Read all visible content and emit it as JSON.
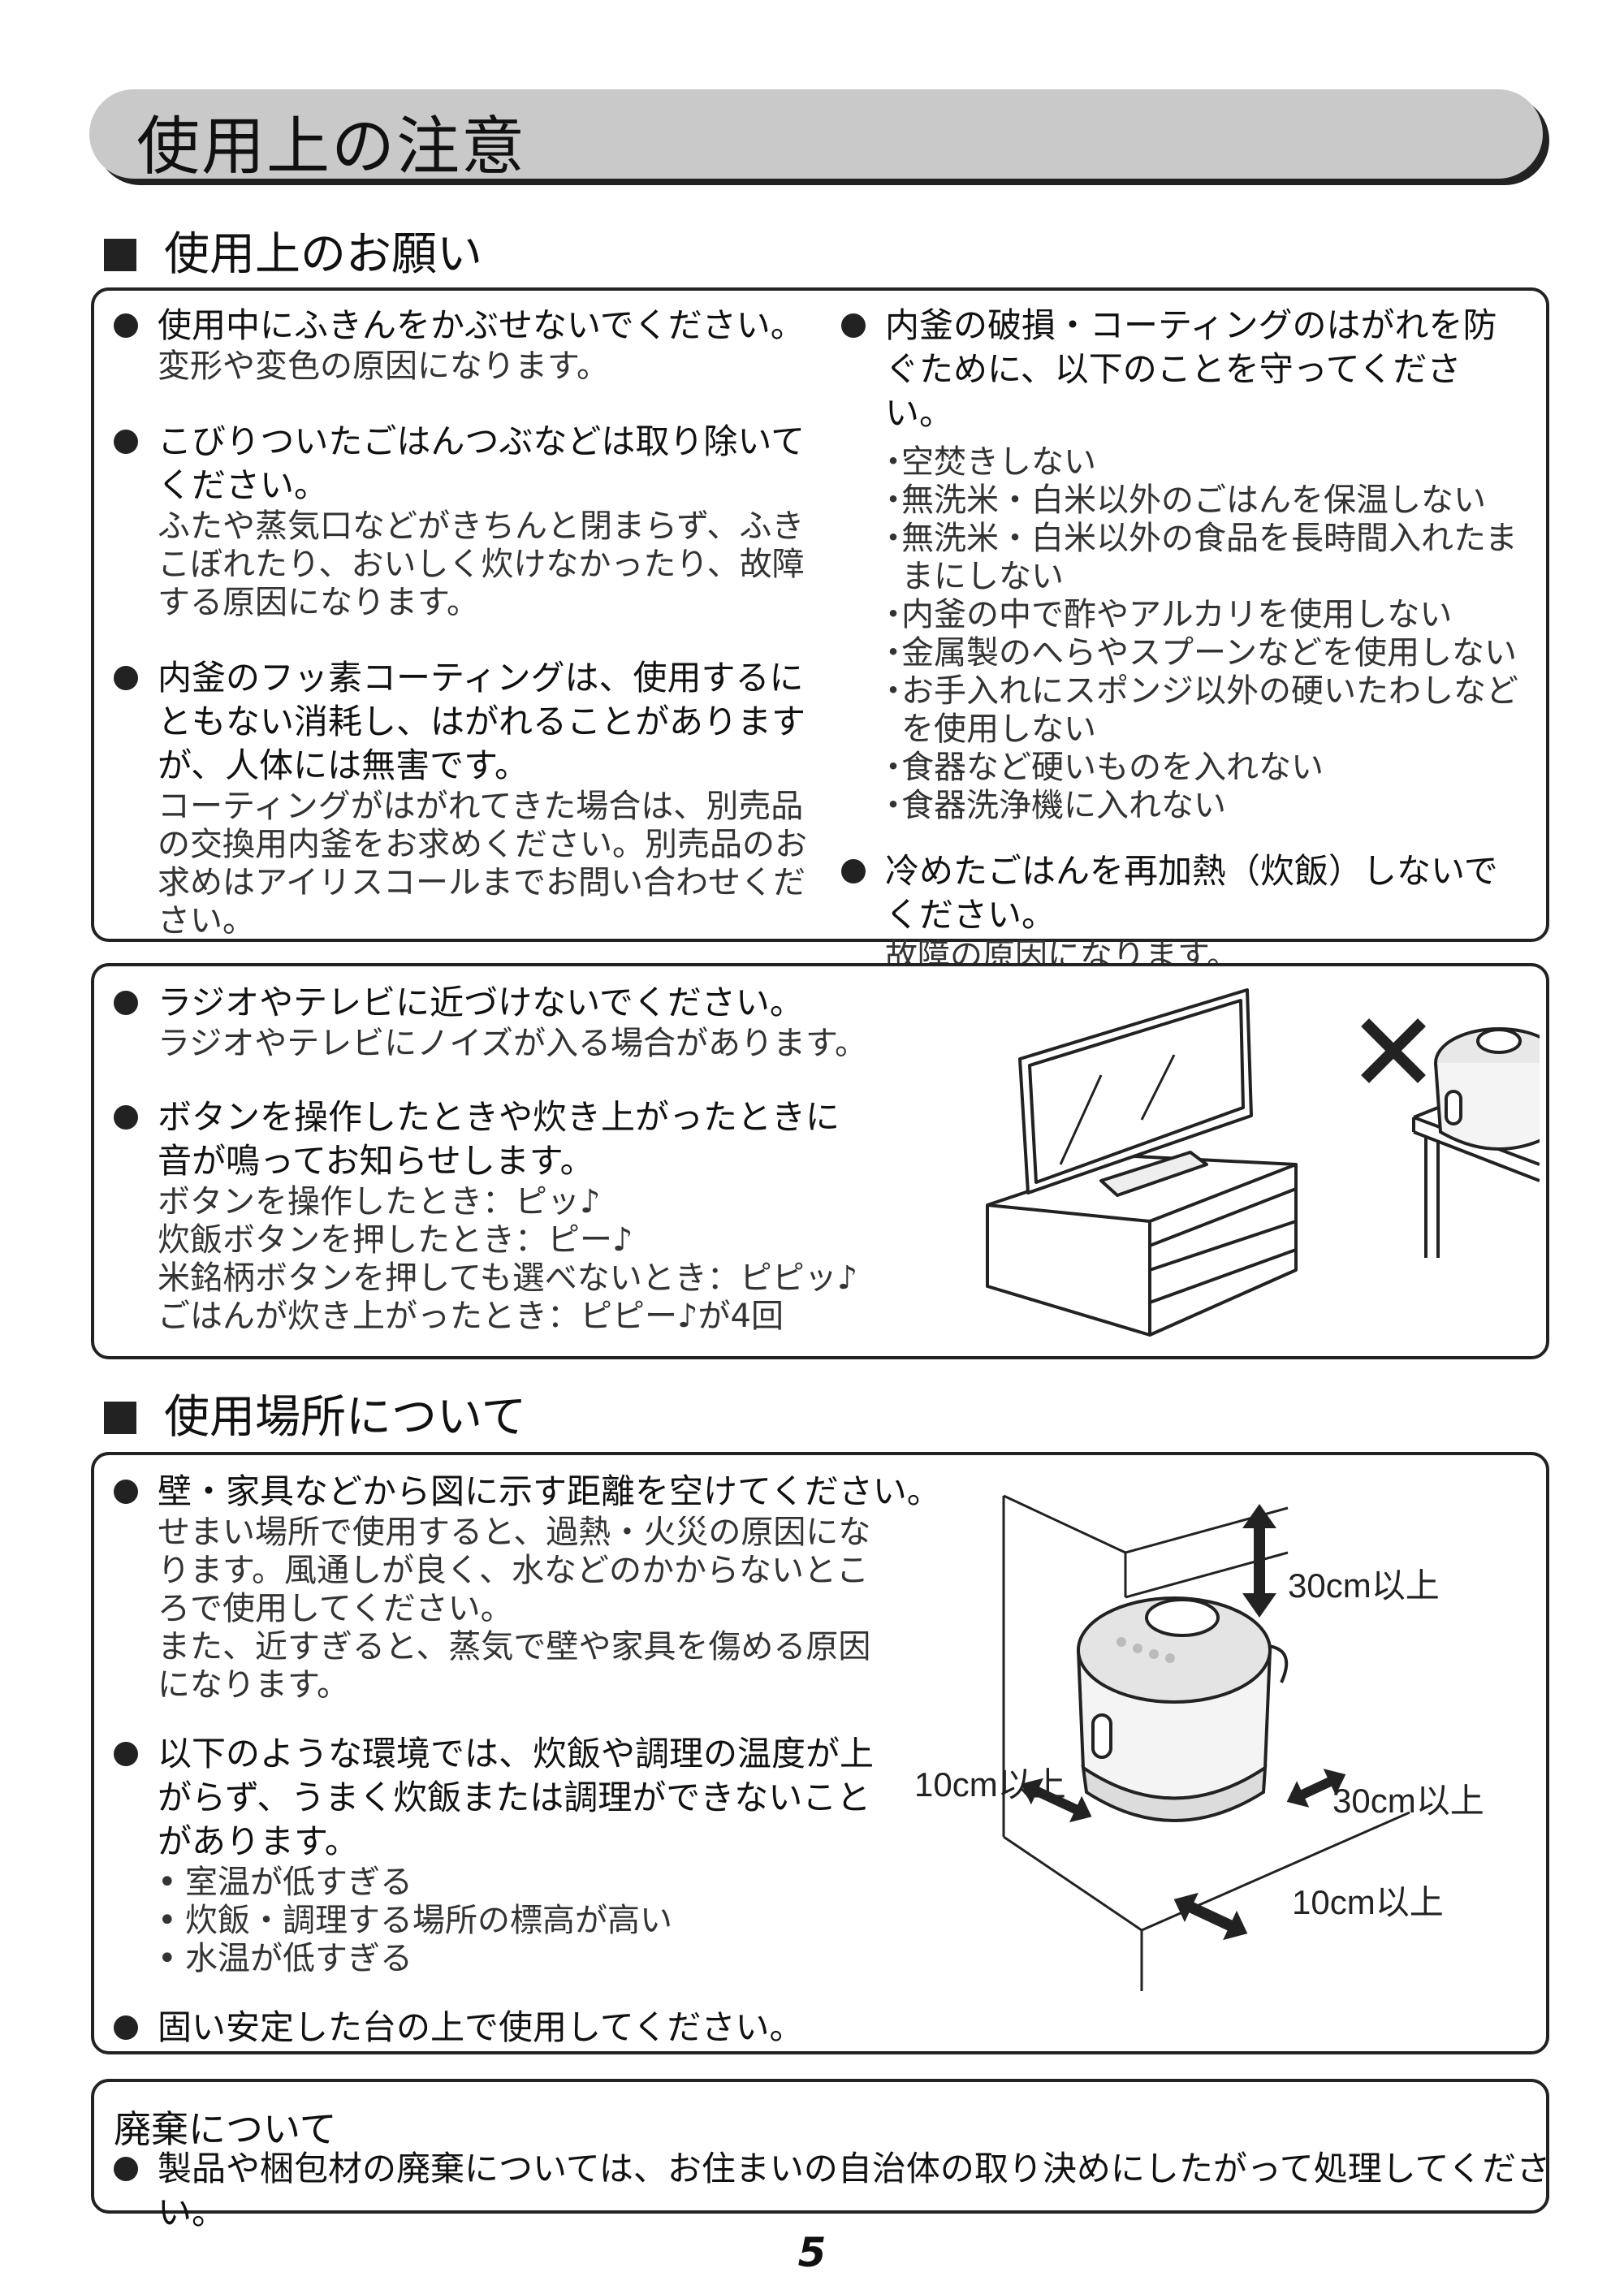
{
  "title": "使用上の注意",
  "section1": {
    "heading": "使用上のお願い",
    "left": [
      {
        "head": "使用中にふきんをかぶせないでください。",
        "desc": "変形や変色の原因になります。"
      },
      {
        "head": "こびりついたごはんつぶなどは取り除いてください。",
        "desc": "ふたや蒸気口などがきちんと閉まらず、ふきこぼれたり、おいしく炊けなかったり、故障する原因になります。"
      },
      {
        "head": "内釜のフッ素コーティングは、使用するにともない消耗し、はがれることがありますが、人体には無害です。",
        "desc": "コーティングがはがれてきた場合は、別売品の交換用内釜をお求めください。別売品のお求めはアイリスコールまでお問い合わせください。"
      }
    ],
    "right_head": "内釜の破損・コーティングのはがれを防ぐために、以下のことを守ってください。",
    "right_list": [
      "空焚きしない",
      "無洗米・白米以外のごはんを保温しない",
      "無洗米・白米以外の食品を長時間入れたままにしない",
      "内釜の中で酢やアルカリを使用しない",
      "金属製のへらやスプーンなどを使用しない",
      "お手入れにスポンジ以外の硬いたわしなどを使用しない",
      "食器など硬いものを入れない",
      "食器洗浄機に入れない"
    ],
    "right_item2": {
      "head": "冷めたごはんを再加熱（炊飯）しないでください。",
      "desc": "故障の原因になります。"
    }
  },
  "box2": {
    "item1": {
      "head": "ラジオやテレビに近づけないでください。",
      "desc": "ラジオやテレビにノイズが入る場合があります。"
    },
    "item2": {
      "head": "ボタンを操作したときや炊き上がったときに音が鳴ってお知らせします。",
      "lines": [
        "ボタンを操作したとき：ピッ♪",
        "炊飯ボタンを押したとき：ピー♪",
        "米銘柄ボタンを押しても選べないとき：ピピッ♪",
        "ごはんが炊き上がったとき：ピピー♪が4回"
      ]
    }
  },
  "section2": {
    "heading": "使用場所について",
    "item1": {
      "head": "壁・家具などから図に示す距離を空けてください。",
      "desc1": "せまい場所で使用すると、過熱・火災の原因になります。風通しが良く、水などのかからないところで使用してください。",
      "desc2": "また、近すぎると、蒸気で壁や家具を傷める原因になります。"
    },
    "item2": {
      "head": "以下のような環境では、炊飯や調理の温度が上がらず、うまく炊飯または調理ができないことがあります。",
      "list": [
        "室温が低すぎる",
        "炊飯・調理する場所の標高が高い",
        "水温が低すぎる"
      ]
    },
    "item3": {
      "head": "固い安定した台の上で使用してください。"
    },
    "diagram": {
      "top": "30cm以上",
      "left": "10cm以上",
      "right": "30cm以上",
      "front": "10cm以上"
    }
  },
  "disposal": {
    "heading": "廃棄について",
    "text": "製品や梱包材の廃棄については、お住まいの自治体の取り決めにしたがって処理してください。"
  },
  "page_number": "5"
}
